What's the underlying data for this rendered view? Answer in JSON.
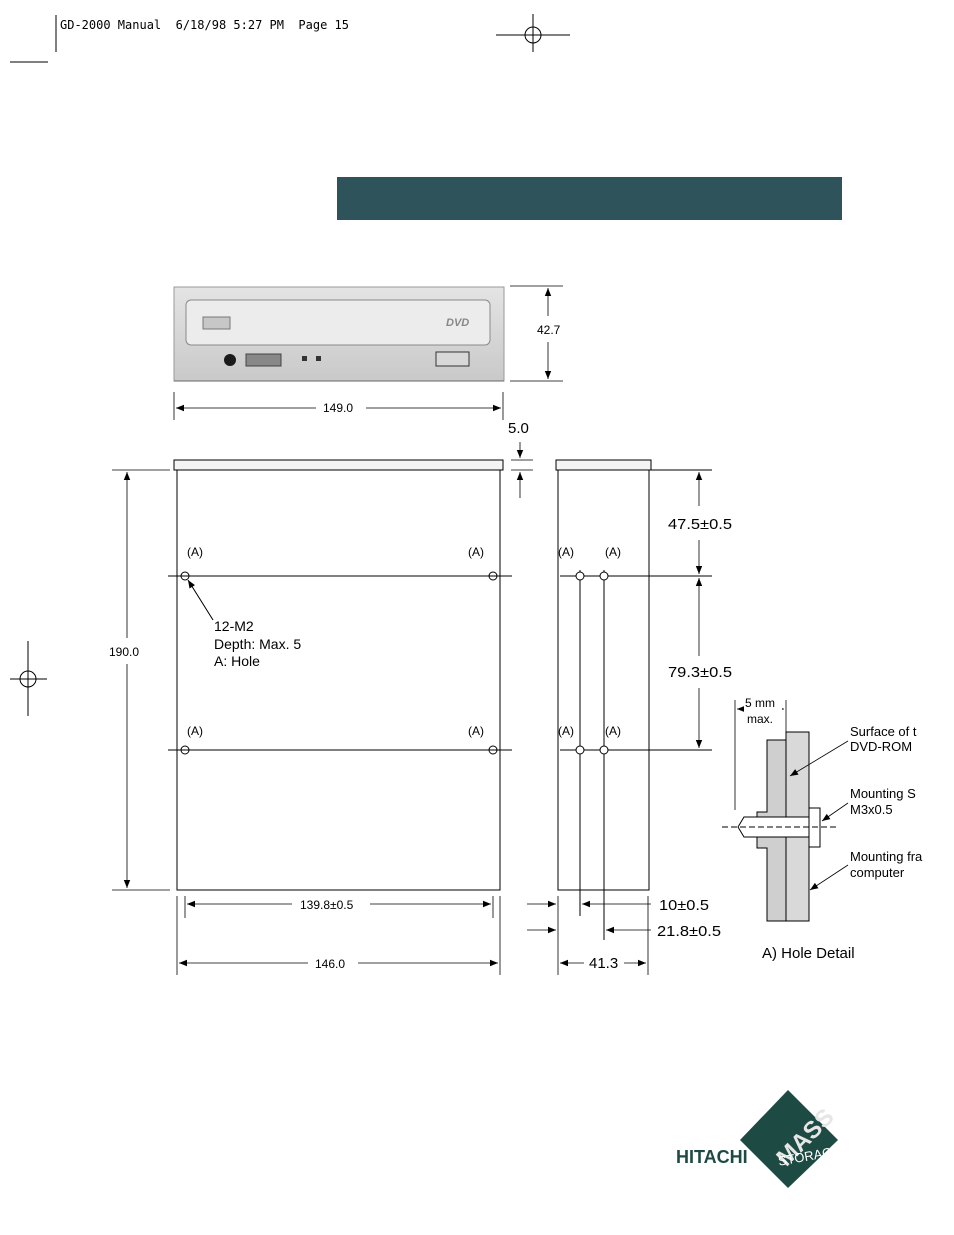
{
  "header": {
    "slug": "GD-2000 Manual  6/18/98 5:27 PM  Page 15"
  },
  "colors": {
    "title_bar": "#2e535a",
    "line": "#000000",
    "logo_dark": "#1e4a44"
  },
  "front_view": {
    "height_dim": "42.7",
    "width_dim": "149.0",
    "bezel_text": "DVD"
  },
  "top_view": {
    "bezel_dim": "5.0",
    "depth_dim": "190.0",
    "hole_label": "(A)",
    "callout": [
      "12-M2",
      "Depth: Max. 5",
      "A: Hole"
    ],
    "hole_spacing_dim": "139.8±0.5",
    "total_width_dim": "146.0"
  },
  "side_view": {
    "front_to_hole_dim": "47.5±0.5",
    "hole_pitch_dim": "79.3±0.5",
    "hole1_offset_dim": "10±0.5",
    "hole2_offset_dim": "21.8±0.5",
    "height_dim": "41.3"
  },
  "hole_detail": {
    "max_depth": [
      "5 mm",
      "max."
    ],
    "surface_label": [
      "Surface of t",
      "DVD-ROM"
    ],
    "screw_label": [
      "Mounting S",
      "M3x0.5"
    ],
    "frame_label": [
      "Mounting fra",
      "computer"
    ],
    "caption": "A) Hole Detail"
  },
  "logo": {
    "brand": "HITACHI",
    "word1": "MASS",
    "word2": "STORAGE"
  }
}
